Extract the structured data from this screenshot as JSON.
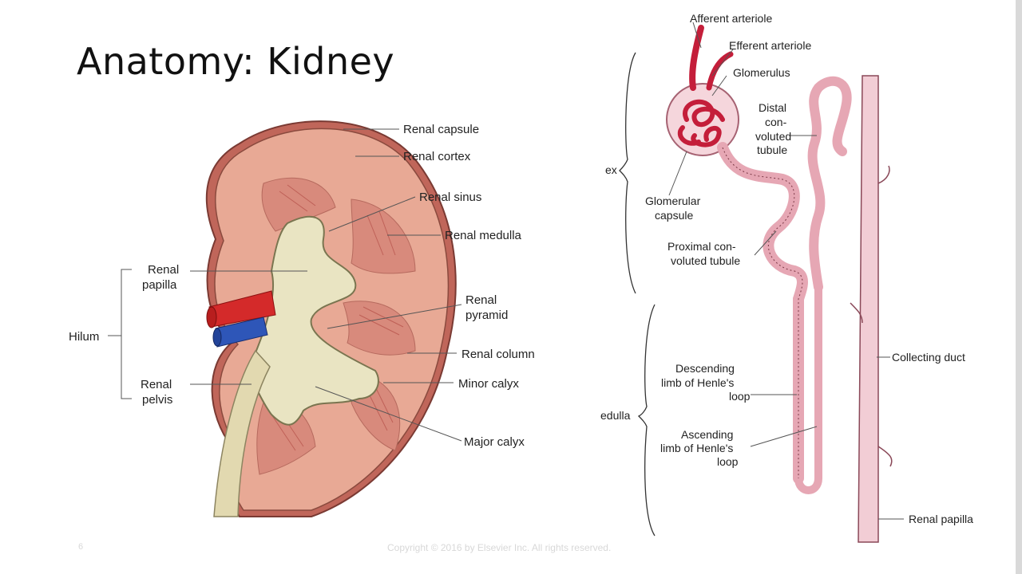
{
  "slide": {
    "title": "Anatomy: Kidney",
    "number": "6",
    "copyright": "Copyright © 2016 by Elsevier Inc. All rights reserved."
  },
  "kidney_labels": {
    "renal_capsule": "Renal capsule",
    "renal_cortex": "Renal cortex",
    "renal_sinus": "Renal sinus",
    "renal_medulla": "Renal medulla",
    "renal_papilla_1": "Renal",
    "renal_papilla_2": "papilla",
    "hilum": "Hilum",
    "renal_pyramid_1": "Renal",
    "renal_pyramid_2": "pyramid",
    "renal_column": "Renal column",
    "minor_calyx": "Minor calyx",
    "renal_pelvis_1": "Renal",
    "renal_pelvis_2": "pelvis",
    "major_calyx": "Major calyx"
  },
  "nephron_labels": {
    "afferent_arteriole": "Afferent arteriole",
    "efferent_arteriole": "Efferent arteriole",
    "glomerulus": "Glomerulus",
    "distal_1": "Distal",
    "distal_2": "con-",
    "distal_3": "voluted",
    "distal_4": "tubule",
    "cortex_partial": "ex",
    "glomerular_capsule_1": "Glomerular",
    "glomerular_capsule_2": "capsule",
    "proximal_1": "Proximal con-",
    "proximal_2": "voluted tubule",
    "descending_1": "Descending",
    "descending_2": "limb of Henle's",
    "descending_3": "loop",
    "medulla_partial": "edulla",
    "collecting_duct": "Collecting duct",
    "ascending_1": "Ascending",
    "ascending_2": "limb of Henle's",
    "ascending_3": "loop",
    "renal_papilla": "Renal papilla"
  }
}
